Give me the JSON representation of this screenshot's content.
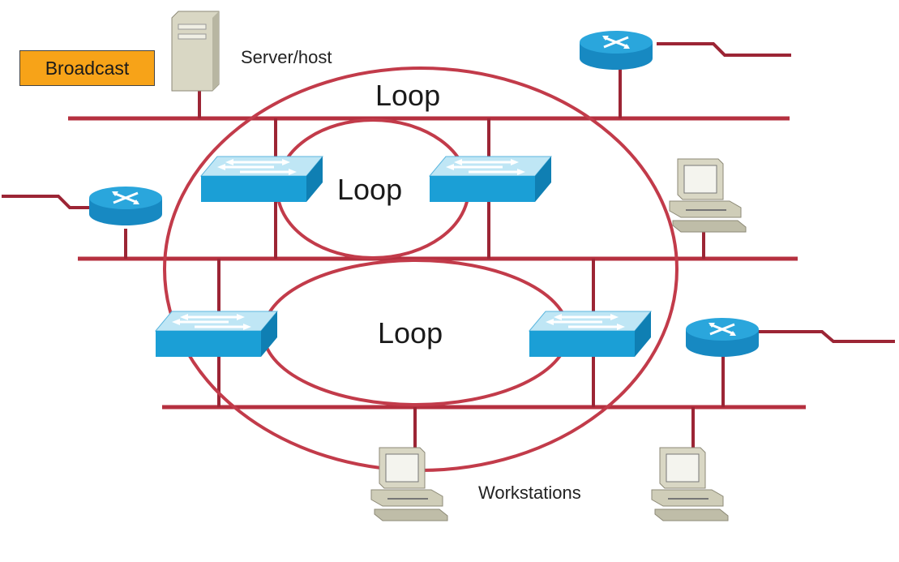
{
  "badge": {
    "text": "Broadcast",
    "color": "#f7a318"
  },
  "labels": {
    "server": "Server/host",
    "workstations": "Workstations",
    "loop_outer": "Loop",
    "loop_upper": "Loop",
    "loop_lower": "Loop"
  },
  "colors": {
    "link": "#b5303f",
    "loop": "#c23b4a",
    "switch_top": "#bfe6f5",
    "switch_front": "#1b9fd6",
    "router": "#2aa6dc",
    "device_beige": "#d9d7c4"
  },
  "devices": {
    "switches": [
      "switch",
      "switch",
      "switch",
      "switch"
    ],
    "routers": [
      "router",
      "router",
      "router"
    ],
    "workstations": [
      "workstation",
      "workstation",
      "workstation"
    ],
    "servers": [
      "server"
    ]
  }
}
